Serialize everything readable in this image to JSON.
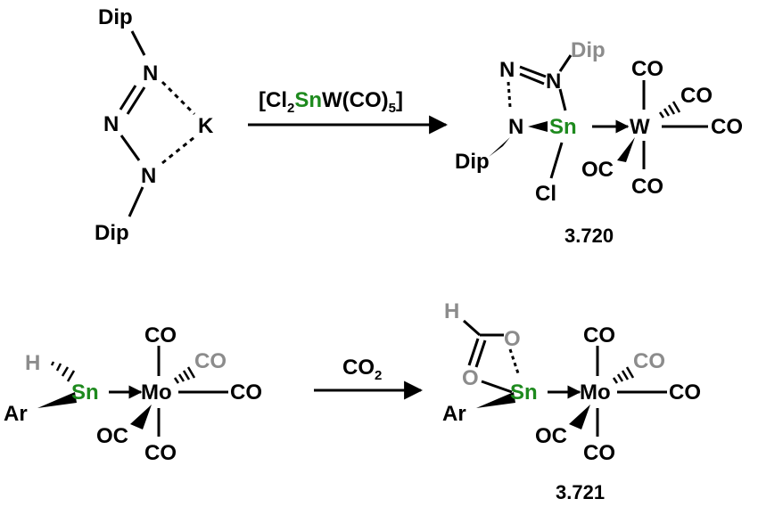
{
  "colors": {
    "default": "#000000",
    "tin": "#1e8a1e",
    "muted": "#8c8c8c"
  },
  "reactions": [
    {
      "reagent_parts": [
        "[Cl",
        "2",
        "Sn",
        "W(CO)",
        "5",
        "]"
      ],
      "reactant": {
        "atoms": [
          "Dip",
          "N",
          "N",
          "N",
          "K",
          "Dip"
        ]
      },
      "product": {
        "atoms": [
          "N",
          "N",
          "Dip",
          "N",
          "Dip",
          "Sn",
          "Cl",
          "W",
          "CO",
          "CO",
          "CO",
          "OC",
          "CO"
        ],
        "compound_number": "3.720"
      }
    },
    {
      "reagent_parts": [
        "CO",
        "2"
      ],
      "reactant": {
        "atoms": [
          "H",
          "Ar",
          "Sn",
          "Mo",
          "CO",
          "CO",
          "CO",
          "OC",
          "CO"
        ]
      },
      "product": {
        "atoms": [
          "H",
          "O",
          "O",
          "Ar",
          "Sn",
          "Mo",
          "CO",
          "CO",
          "CO",
          "OC",
          "CO"
        ],
        "compound_number": "3.721"
      }
    }
  ]
}
